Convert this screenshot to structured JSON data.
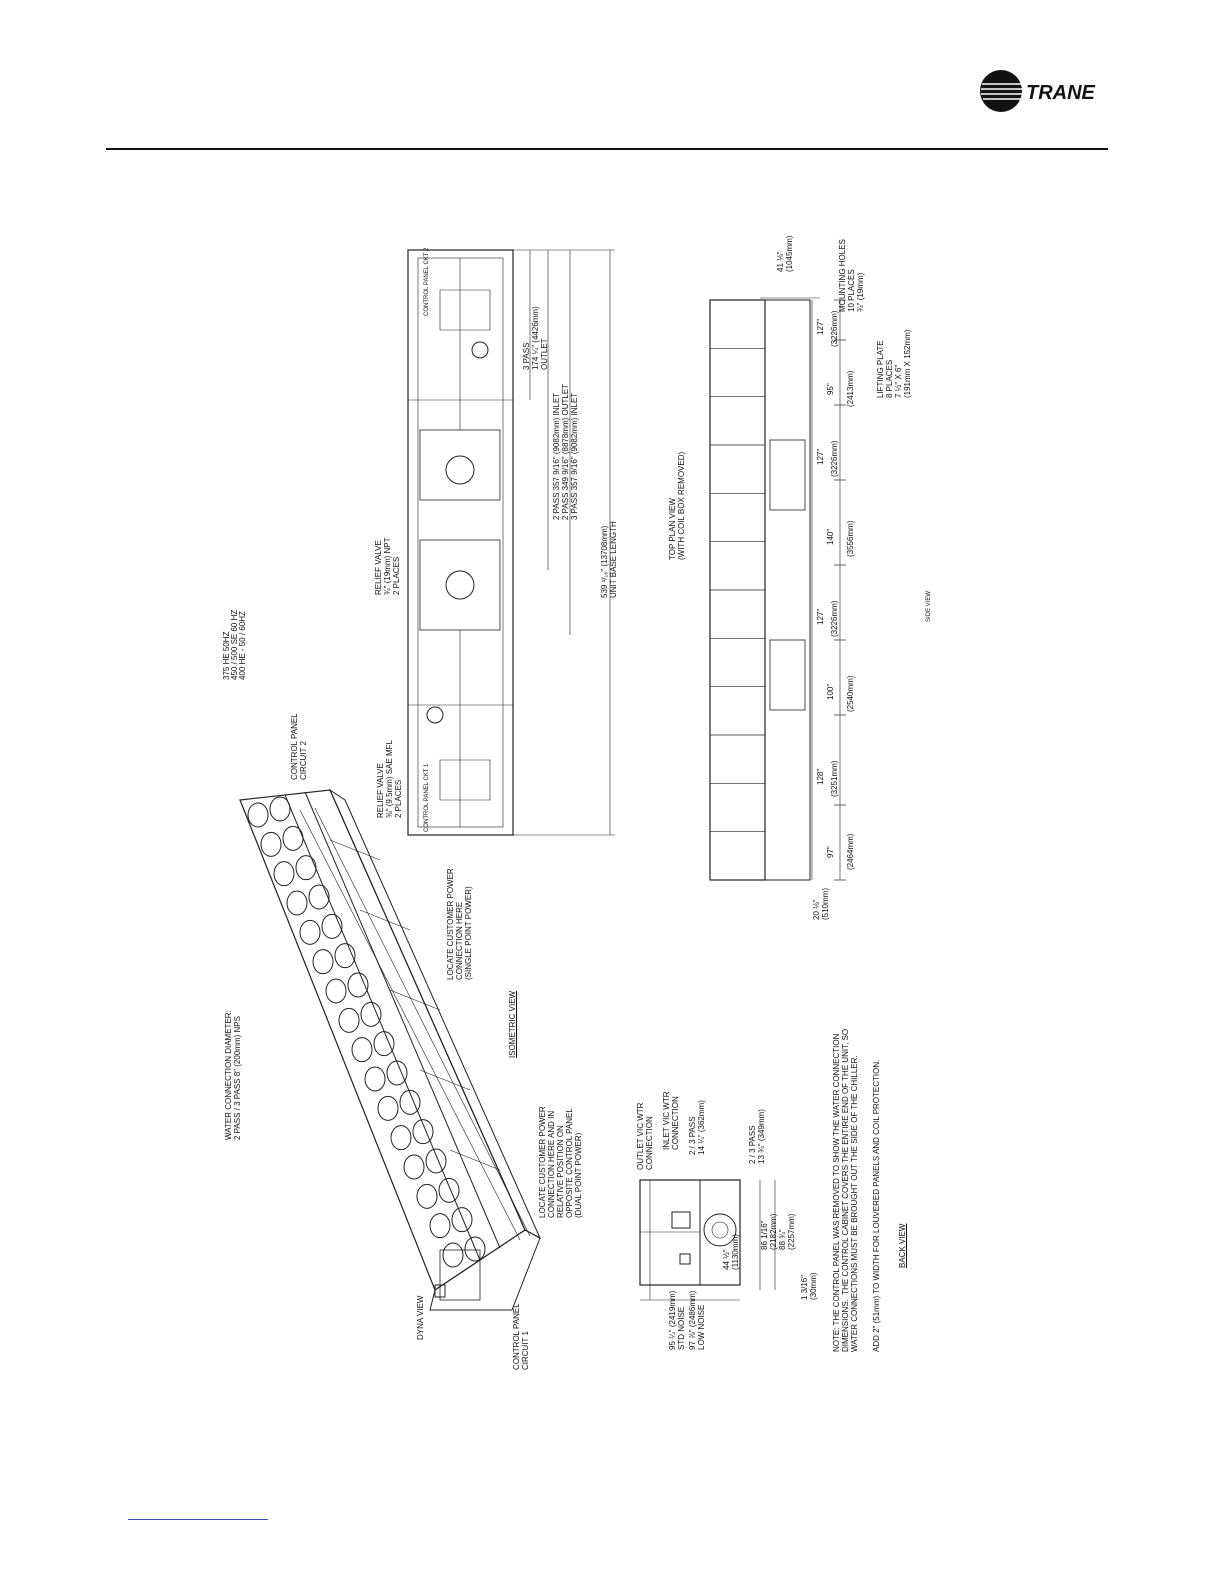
{
  "brand": {
    "name": "TRANE"
  },
  "models": [
    "375 HE 50HZ",
    "450 / 500 SE 60 HZ",
    "400 HE - 50 / 60HZ"
  ],
  "isometric": {
    "view_title": "ISOMETRIC VIEW",
    "water_connection": [
      "WATER CONNECTION DIAMETER:",
      "2 PASS / 3 PASS 8\" (200mm) NPS"
    ],
    "control_panel_2": [
      "CONTROL PANEL",
      "CIRCUIT 2"
    ],
    "control_panel_1": [
      "CONTROL PANEL",
      "CIRCUIT 1"
    ],
    "dyna_view": "DYNA VIEW",
    "power_single": [
      "LOCATE CUSTOMER POWER",
      "CONNECTION HERE",
      "(SINGLE POINT POWER)"
    ],
    "power_dual": [
      "LOCATE CUSTOMER POWER",
      "CONNECTION HERE AND IN",
      "RELATIVE POSITION ON",
      "OPPOSITE CONTROL PANEL",
      "(DUAL POINT POWER)"
    ]
  },
  "top_plan": {
    "view_title": "TOP PLAN VIEW",
    "view_subtitle": "(WITH COIL BOX REMOVED)",
    "panel_ckt_2": "CONTROL PANEL CKT 2",
    "panel_ckt_1": "CONTROL PANEL CKT 1",
    "relief_valve_npt": [
      "RELIEF VALVE",
      "¾\" (19mm) NPT",
      "2 PLACES"
    ],
    "relief_valve_sae": [
      "RELIEF VALVE",
      "⅜\" (9.5mm) SAE MFL",
      "2 PLACES"
    ],
    "three_pass_outlet": [
      "3 PASS",
      "174 ¼\" (4426mm)",
      "OUTLET"
    ],
    "pass_dims": [
      "2 PASS 357 9/16\" (9082mm) INLET",
      "2 PASS 349 9/16\" (8878mm) OUTLET",
      "3 PASS 357 9/16\" (9082mm) INLET"
    ],
    "unit_length": [
      "539 ¹/₁₆\" (13708mm)",
      "UNIT BASE LENGTH"
    ]
  },
  "side": {
    "view_label": "SIDE VIEW",
    "width_dim": [
      "41 ⅛\"",
      "(1045mm)"
    ],
    "mounting_holes": [
      "MOUNTING HOLES",
      "10 PLACES",
      "¾\" (19mm)"
    ],
    "lifting_plate": [
      "LIFTING PLATE",
      "8 PLACES",
      "7 ½\" X 6\"",
      "(191mm X 152mm)"
    ],
    "end_dim": [
      "20 ⅛\"",
      "(510mm)"
    ],
    "spacings": [
      {
        "top": "97\"",
        "bottom": "(2464mm)"
      },
      {
        "top": "128\"",
        "bottom": "(3251mm)"
      },
      {
        "top": "100\"",
        "bottom": "(2540mm)"
      },
      {
        "top": "127\"",
        "bottom": "(3226mm)"
      },
      {
        "top": "140\"",
        "bottom": "(3556mm)"
      },
      {
        "top": "127\"",
        "bottom": "(3226mm)"
      },
      {
        "top": "95\"",
        "bottom": "(2413mm)"
      },
      {
        "top": "127\"",
        "bottom": "(3226mm)"
      }
    ]
  },
  "back": {
    "view_title": "BACK VIEW",
    "outlet_conn": [
      "OUTLET VIC WTR",
      "CONNECTION"
    ],
    "inlet_conn": [
      "INLET VIC WTR",
      "CONNECTION"
    ],
    "pass_362": [
      "2 / 3 PASS",
      "14 ¼\" (362mm)"
    ],
    "pass_349": [
      "2 / 3 PASS",
      "13 ¾\" (349mm)"
    ],
    "height_std": [
      "95 ¼\" (2419mm)",
      "STD NOISE"
    ],
    "height_low": [
      "97 ⅞\" (2486mm)",
      "LOW NOISE"
    ],
    "dim_44": [
      "44 ½\"",
      "(1130mm)"
    ],
    "dim_86": [
      "86 1/16\"",
      "(2182mm)"
    ],
    "dim_88": [
      "88 ¾\"",
      "(2257mm)"
    ],
    "dim_1": [
      "1 3/16\"",
      "(30mm)"
    ]
  },
  "notes": {
    "note_main": [
      "NOTE: THE CONTROL PANEL WAS REMOVED TO SHOW THE WATER CONNECTION",
      "DIMENSIONS.  THE CONTROL CABINET COVERS THE ENTIRE END OF THE UNIT, SO",
      "WATER CONNECTIONS MUST BE BROUGHT OUT THE SIDE OF THE CHILLER."
    ],
    "note_louver": "ADD 2\" (51mm) TO WIDTH FOR LOUVERED PANELS AND COIL PROTECTION."
  }
}
